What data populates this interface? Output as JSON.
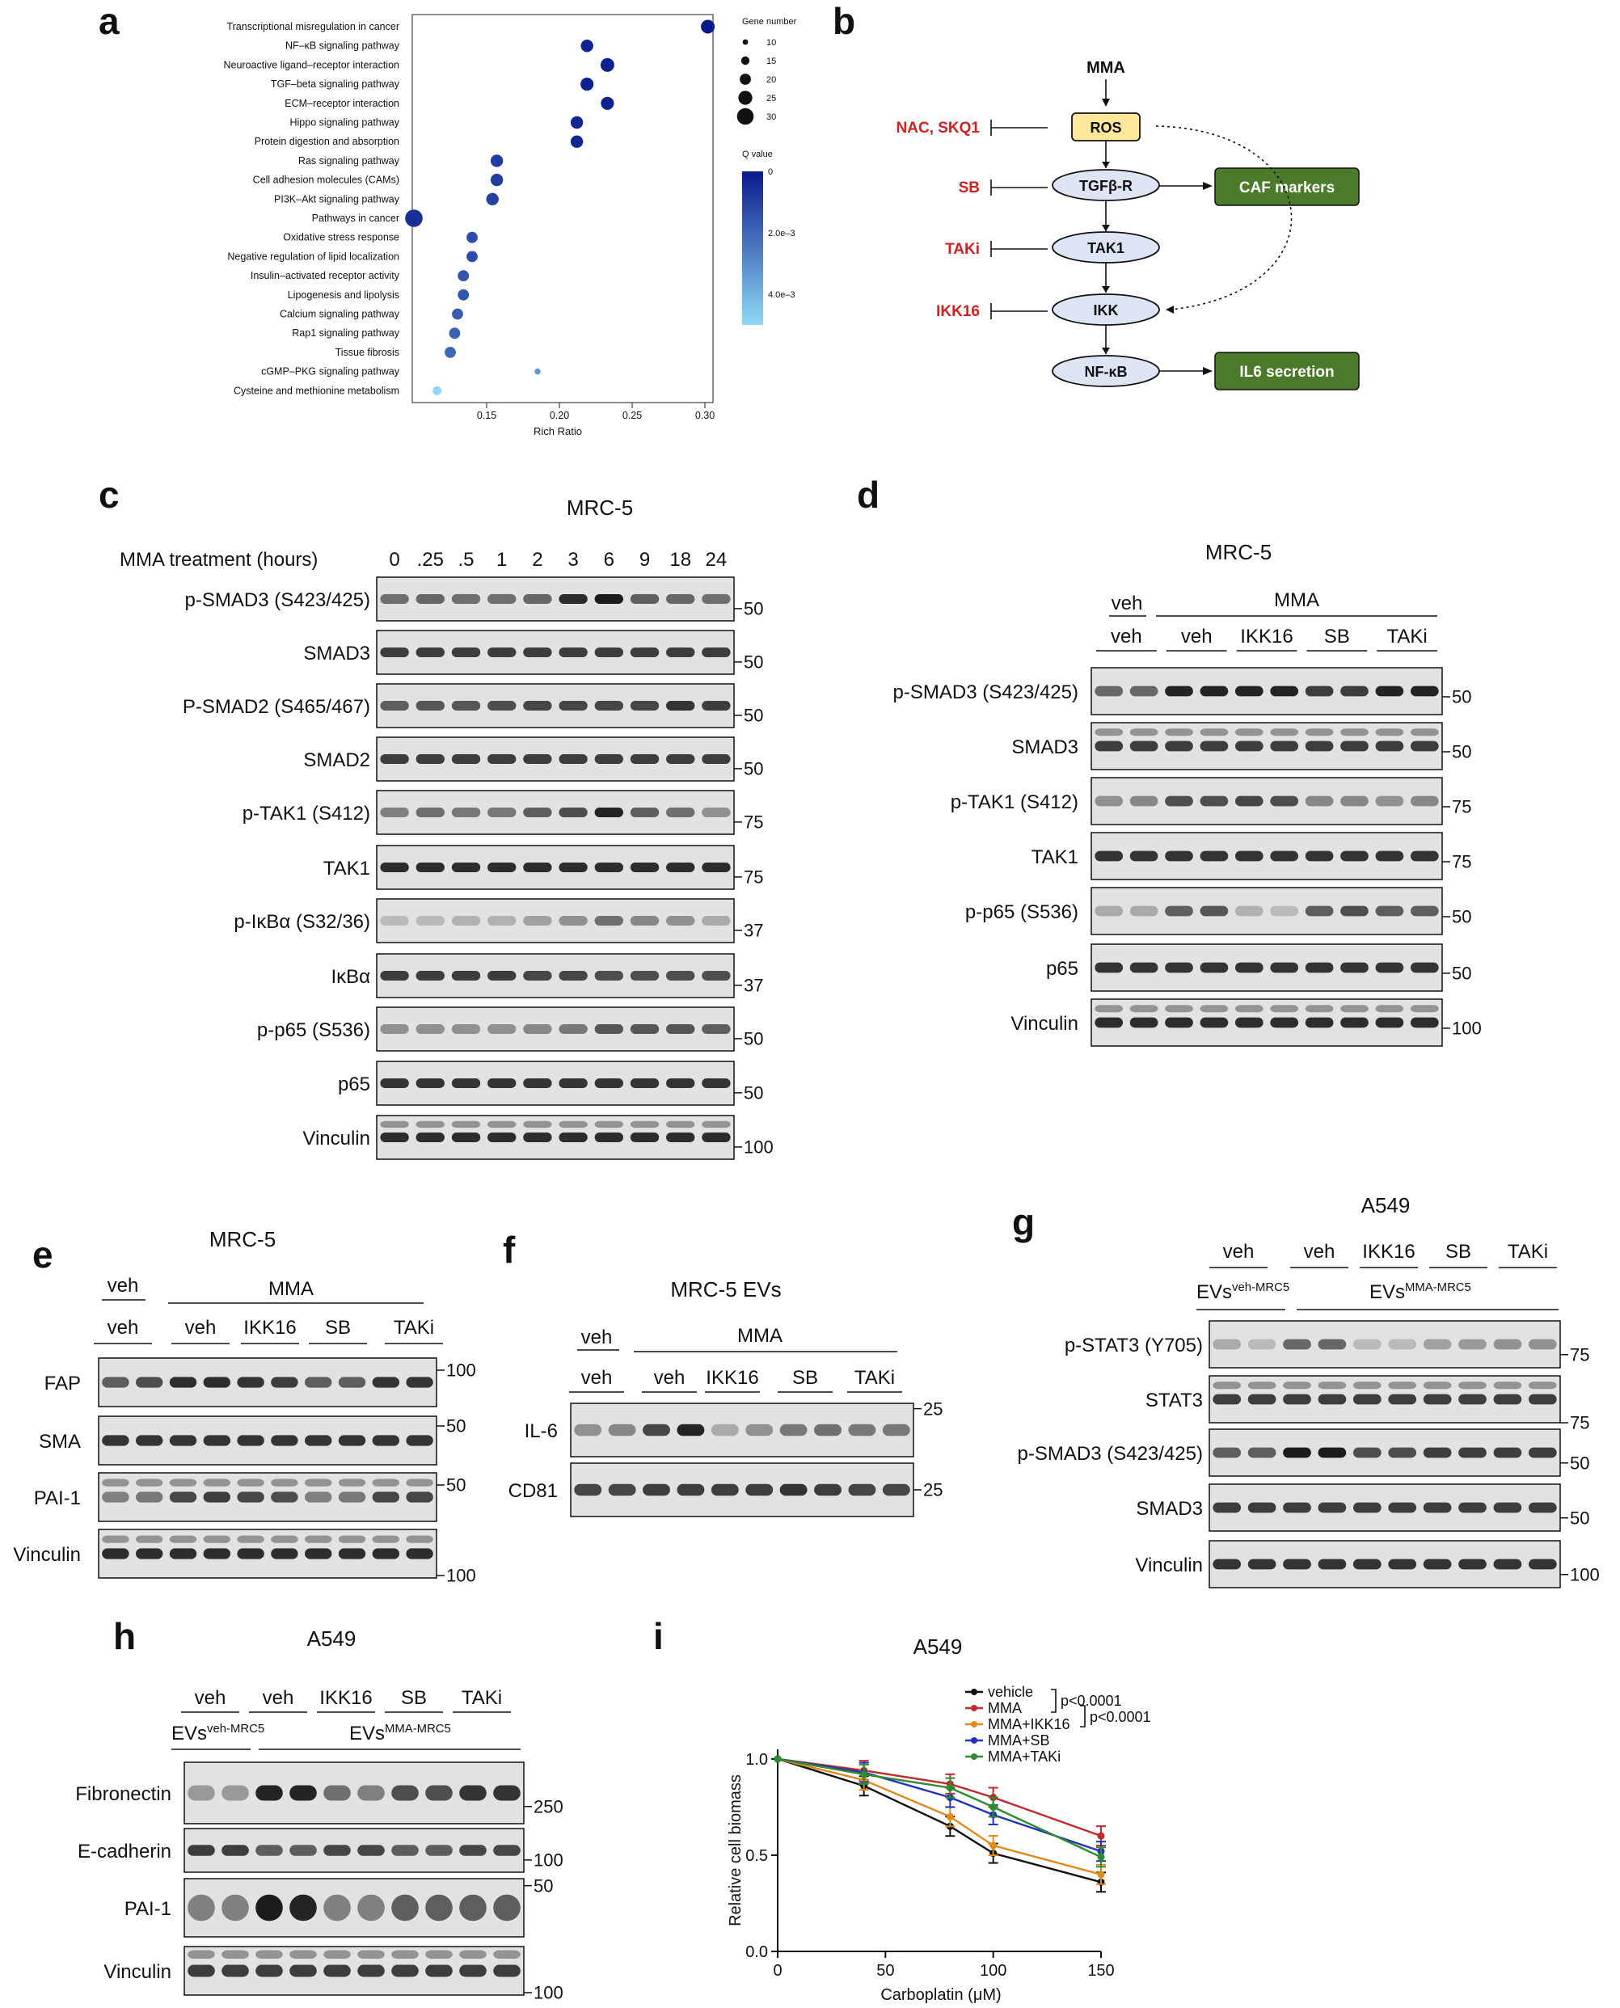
{
  "panel_letters": [
    "a",
    "b",
    "c",
    "d",
    "e",
    "f",
    "g",
    "h",
    "i"
  ],
  "panel_a": {
    "pathways": [
      {
        "name": "Transcriptional misregulation in cancer",
        "ratio": 0.302,
        "size": 22,
        "q": 0.0
      },
      {
        "name": "NF–κB signaling pathway",
        "ratio": 0.219,
        "size": 20,
        "q": 0.0002
      },
      {
        "name": "Neuroactive ligand–receptor interaction",
        "ratio": 0.233,
        "size": 22,
        "q": 0.0002
      },
      {
        "name": "TGF–beta signaling pathway",
        "ratio": 0.219,
        "size": 21,
        "q": 0.0002
      },
      {
        "name": "ECM–receptor interaction",
        "ratio": 0.233,
        "size": 21,
        "q": 0.0002
      },
      {
        "name": "Hippo signaling pathway",
        "ratio": 0.212,
        "size": 20,
        "q": 0.0003
      },
      {
        "name": "Protein digestion and absorption",
        "ratio": 0.212,
        "size": 20,
        "q": 0.0003
      },
      {
        "name": "Ras signaling pathway",
        "ratio": 0.157,
        "size": 20,
        "q": 0.0008
      },
      {
        "name": "Cell adhesion molecules (CAMs)",
        "ratio": 0.157,
        "size": 20,
        "q": 0.0008
      },
      {
        "name": "PI3K–Akt signaling pathway",
        "ratio": 0.154,
        "size": 20,
        "q": 0.0009
      },
      {
        "name": "Pathways in cancer",
        "ratio": 0.1,
        "size": 28,
        "q": 0.0005
      },
      {
        "name": "Oxidative stress response",
        "ratio": 0.14,
        "size": 18,
        "q": 0.0012
      },
      {
        "name": "Negative regulation of lipid localization",
        "ratio": 0.14,
        "size": 18,
        "q": 0.0012
      },
      {
        "name": "Insulin–activated receptor activity",
        "ratio": 0.134,
        "size": 18,
        "q": 0.0014
      },
      {
        "name": "Lipogenesis and lipolysis",
        "ratio": 0.134,
        "size": 18,
        "q": 0.0014
      },
      {
        "name": "Calcium signaling pathway",
        "ratio": 0.13,
        "size": 18,
        "q": 0.0016
      },
      {
        "name": "Rap1 signaling pathway",
        "ratio": 0.128,
        "size": 18,
        "q": 0.0017
      },
      {
        "name": "Tissue fibrosis",
        "ratio": 0.125,
        "size": 18,
        "q": 0.0018
      },
      {
        "name": "cGMP–PKG signaling pathway",
        "ratio": 0.185,
        "size": 10,
        "q": 0.003
      },
      {
        "name": "Cysteine and methionine metabolism",
        "ratio": 0.116,
        "size": 14,
        "q": 0.0045
      }
    ],
    "x_ticks": [
      0.15,
      0.2,
      0.25,
      0.3
    ],
    "x_tick_labels": [
      "0.15",
      "0.20",
      "0.25",
      "0.30"
    ],
    "xlabel": "Rich Ratio",
    "legend_size_title": "Gene number",
    "legend_sizes": [
      10,
      15,
      20,
      25,
      30
    ],
    "legend_q_title": "Q value",
    "legend_q_labels": [
      "0",
      "2.0e–3",
      "4.0e–3"
    ],
    "colors": {
      "high": "#0a1a8c",
      "low": "#8fd8f5"
    }
  },
  "panel_b": {
    "mma": "MMA",
    "ros": "ROS",
    "tgfbr": "TGFβ-R",
    "tak1": "TAK1",
    "ikk": "IKK",
    "nfkb": "NF-κB",
    "caf": "CAF markers",
    "il6": "IL6 secretion",
    "inh_ros": "NAC, SKQ1",
    "inh_sb": "SB",
    "inh_tak": "TAKi",
    "inh_ikk": "IKK16",
    "colors": {
      "red": "#cc2222",
      "green": "#4a7a2a",
      "ros_fill": "#fde79a",
      "node_fill": "#dde4f4"
    }
  },
  "panel_c": {
    "title": "MRC-5",
    "treatment_label": "MMA treatment (hours)",
    "timepoints": [
      "0",
      ".25",
      ".5",
      "1",
      "2",
      "3",
      "6",
      "9",
      "18",
      "24"
    ],
    "blots": [
      {
        "label": "p-SMAD3 (S423/425)",
        "mw": "50"
      },
      {
        "label": "SMAD3",
        "mw": "50"
      },
      {
        "label": "P-SMAD2 (S465/467)",
        "mw": "50"
      },
      {
        "label": "SMAD2",
        "mw": "50"
      },
      {
        "label": "p-TAK1 (S412)",
        "mw": "75"
      },
      {
        "label": "TAK1",
        "mw": "75"
      },
      {
        "label": "p-IκBα (S32/36)",
        "mw": "37"
      },
      {
        "label": "IκBα",
        "mw": "37"
      },
      {
        "label": "p-p65 (S536)",
        "mw": "50"
      },
      {
        "label": "p65",
        "mw": "50"
      },
      {
        "label": "Vinculin",
        "mw": "100"
      }
    ]
  },
  "panel_d": {
    "title": "MRC-5",
    "top_labels": {
      "veh": "veh",
      "mma": "MMA"
    },
    "groups": [
      "veh",
      "veh",
      "IKK16",
      "SB",
      "TAKi"
    ],
    "blots": [
      {
        "label": "p-SMAD3 (S423/425)",
        "mw": "50"
      },
      {
        "label": "SMAD3",
        "mw": "50"
      },
      {
        "label": "p-TAK1 (S412)",
        "mw": "75"
      },
      {
        "label": "TAK1",
        "mw": "75"
      },
      {
        "label": "p-p65 (S536)",
        "mw": "50"
      },
      {
        "label": "p65",
        "mw": "50"
      },
      {
        "label": "Vinculin",
        "mw": "100"
      }
    ]
  },
  "panel_e": {
    "title": "MRC-5",
    "top_labels": {
      "veh": "veh",
      "mma": "MMA"
    },
    "groups": [
      "veh",
      "veh",
      "IKK16",
      "SB",
      "TAKi"
    ],
    "blots": [
      {
        "label": "FAP",
        "mw": "100"
      },
      {
        "label": "SMA",
        "mw": "50"
      },
      {
        "label": "PAI-1",
        "mw": "50"
      },
      {
        "label": "Vinculin",
        "mw": "100"
      }
    ]
  },
  "panel_f": {
    "title": "MRC-5 EVs",
    "top_labels": {
      "veh": "veh",
      "mma": "MMA"
    },
    "groups": [
      "veh",
      "veh",
      "IKK16",
      "SB",
      "TAKi"
    ],
    "blots": [
      {
        "label": "IL-6",
        "mw": "25"
      },
      {
        "label": "CD81",
        "mw": "25"
      }
    ]
  },
  "panel_g": {
    "title": "A549",
    "groups": [
      "veh",
      "veh",
      "IKK16",
      "SB",
      "TAKi"
    ],
    "ev_veh": "EVs",
    "ev_veh_sup": "veh-MRC5",
    "ev_mma": "EVs",
    "ev_mma_sup": "MMA-MRC5",
    "blots": [
      {
        "label": "p-STAT3 (Y705)",
        "mw": "75"
      },
      {
        "label": "STAT3",
        "mw": "75"
      },
      {
        "label": "p-SMAD3 (S423/425)",
        "mw": "50"
      },
      {
        "label": "SMAD3",
        "mw": "50"
      },
      {
        "label": "Vinculin",
        "mw": "100"
      }
    ]
  },
  "panel_h": {
    "title": "A549",
    "groups": [
      "veh",
      "veh",
      "IKK16",
      "SB",
      "TAKi"
    ],
    "ev_veh": "EVs",
    "ev_veh_sup": "veh-MRC5",
    "ev_mma": "EVs",
    "ev_mma_sup": "MMA-MRC5",
    "blots": [
      {
        "label": "Fibronectin",
        "mw": "250"
      },
      {
        "label": "E-cadherin",
        "mw": "100"
      },
      {
        "label": "PAI-1",
        "mw": "50"
      },
      {
        "label": "Vinculin",
        "mw": "100"
      }
    ]
  },
  "chart_data": {
    "type": "line",
    "title": "A549",
    "xlabel": "Carboplatin (μM)",
    "ylabel": "Relative cell biomass",
    "xlim": [
      0,
      150
    ],
    "ylim": [
      0,
      1.05
    ],
    "x_ticks": [
      0,
      50,
      100,
      150
    ],
    "y_ticks": [
      0.0,
      0.5,
      1.0
    ],
    "y_tick_labels": [
      "0.0",
      "0.5",
      "1.0"
    ],
    "x": [
      0,
      40,
      80,
      100,
      150
    ],
    "series": [
      {
        "name": "vehicle",
        "color": "#111111",
        "values": [
          1.0,
          0.86,
          0.65,
          0.51,
          0.36
        ]
      },
      {
        "name": "MMA",
        "color": "#c0282a",
        "values": [
          1.0,
          0.94,
          0.87,
          0.8,
          0.6
        ]
      },
      {
        "name": "MMA+IKK16",
        "color": "#e08a1e",
        "values": [
          1.0,
          0.89,
          0.7,
          0.55,
          0.4
        ]
      },
      {
        "name": "MMA+SB",
        "color": "#2233bb",
        "values": [
          1.0,
          0.93,
          0.8,
          0.71,
          0.52
        ]
      },
      {
        "name": "MMA+TAKi",
        "color": "#2e8b2e",
        "values": [
          1.0,
          0.92,
          0.85,
          0.75,
          0.49
        ]
      }
    ],
    "annotations": [
      "p<0.0001",
      "p<0.0001"
    ]
  }
}
